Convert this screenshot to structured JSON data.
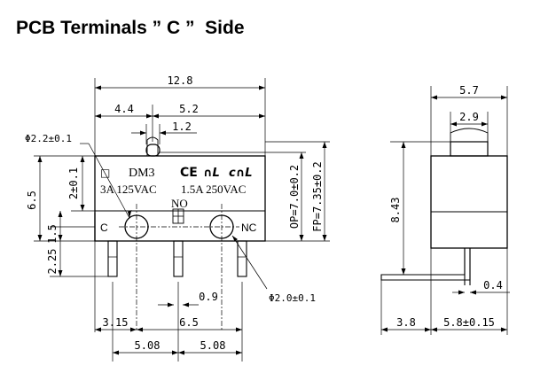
{
  "title": "PCB Terminals ” C ”  Side",
  "front_view": {
    "dims": {
      "total_width": "12.8",
      "left_offset": "4.4",
      "right_offset": "5.2",
      "actuator": "1.2",
      "hole_left_diameter": "Φ2.2±0.1",
      "hole_right_diameter": "Φ2.0±0.1",
      "height_total": "6.5",
      "height_upper": "2±0.1",
      "height_hole": "1.5",
      "pin_length": "2.25",
      "op": "OP=7.0±0.2",
      "fp": "FP=7.35±0.2",
      "pin_width": "0.9",
      "pin_left_offset": "3.15",
      "pin_spacing": "6.5",
      "pitch_left": "5.08",
      "pitch_right": "5.08"
    },
    "labels": {
      "model": "DM3",
      "rating_1": "3A 125VAC",
      "rating_2": "1.5A 250VAC",
      "terminal_c": "C",
      "terminal_no": "NO",
      "terminal_nc": "NC"
    }
  },
  "side_view": {
    "dims": {
      "width_total": "5.7",
      "width_top": "2.9",
      "height": "8.43",
      "thickness": "0.4",
      "base_left": "3.8",
      "base_right": "5.8±0.15"
    }
  }
}
